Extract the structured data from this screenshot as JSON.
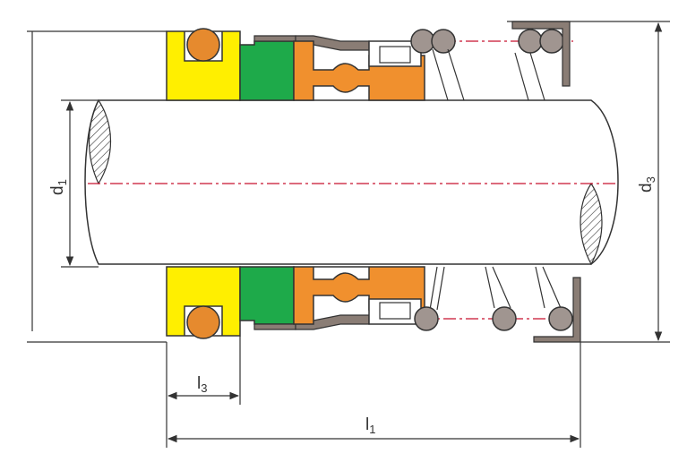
{
  "dimensions": {
    "d1": {
      "main": "d",
      "sub": "1"
    },
    "d3": {
      "main": "d",
      "sub": "3"
    },
    "l1": {
      "main": "l",
      "sub": "1"
    },
    "l3": {
      "main": "l",
      "sub": "3"
    }
  },
  "colors": {
    "outline": "#333333",
    "centerline": "#c8102e",
    "yellow_seat": "#ffef00",
    "orange_oring": "#e68a2e",
    "green_face": "#1eaa4a",
    "orange_bellows": "#f0902e",
    "gray_part": "#8a7d75",
    "spring_fill": "#a09590"
  }
}
